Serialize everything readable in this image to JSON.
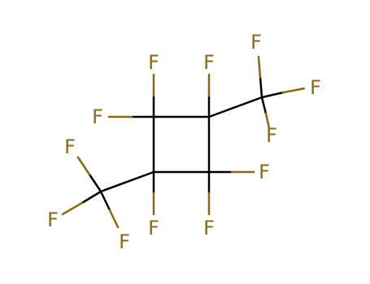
{
  "molecule": {
    "colors": {
      "bond": "#000000",
      "fluorine": "#8b6914",
      "background": "#ffffff"
    },
    "atoms": {
      "F1": "F",
      "F2": "F",
      "F3": "F",
      "F4": "F",
      "F5": "F",
      "F6": "F",
      "F7": "F",
      "F8": "F",
      "F9": "F",
      "F10": "F",
      "F11": "F",
      "F12": "F"
    }
  }
}
